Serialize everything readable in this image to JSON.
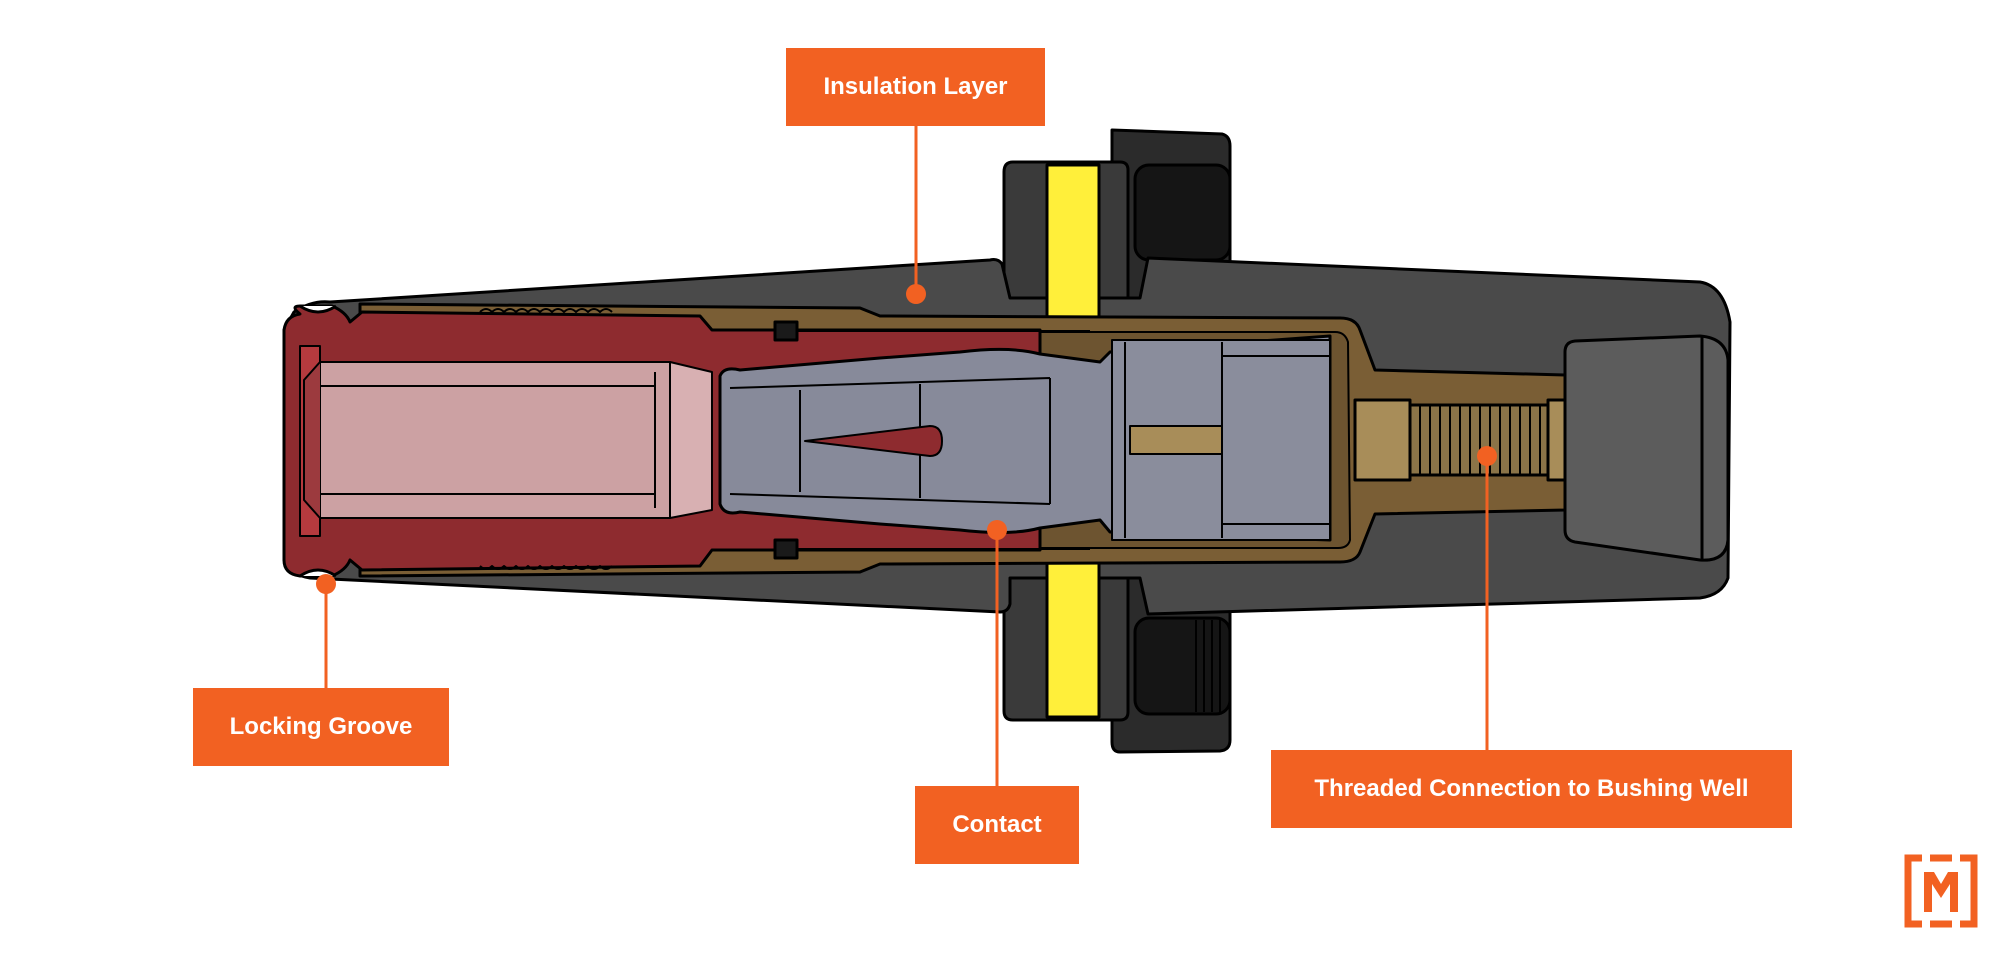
{
  "callouts": {
    "insulation_layer": "Insulation Layer",
    "locking_groove": "Locking Groove",
    "contact": "Contact",
    "threaded_connection": "Threaded Connection to Bushing Well"
  },
  "colors": {
    "accent": "#F26122",
    "housing_dark": "#4a4a4a",
    "housing_black": "#1a1a1a",
    "flange_yellow": "#FFEF3A",
    "insulation_brown": "#7A5E35",
    "probe_red": "#8E2B2F",
    "probe_pink": "#CCA1A3",
    "contact_gray": "#878A9A",
    "thread_tan": "#A88D59"
  },
  "icons": {
    "brand_logo": "bracketed-m-logo"
  }
}
